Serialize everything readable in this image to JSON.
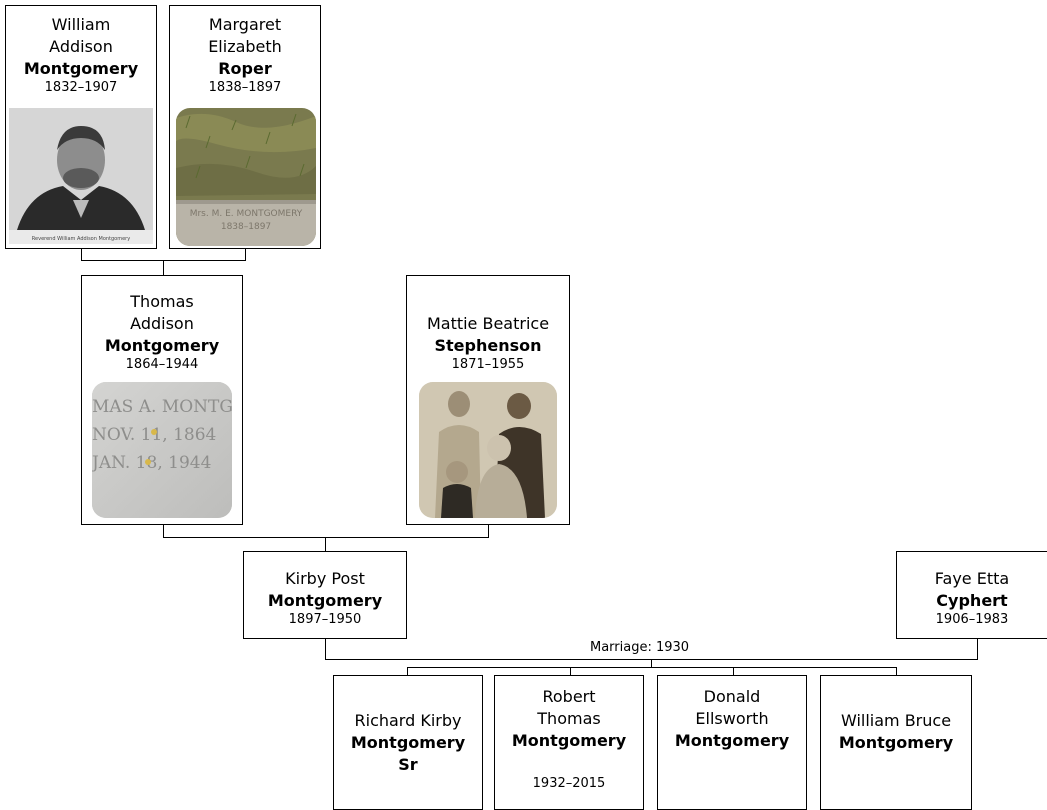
{
  "people": {
    "william": {
      "given": "William Addison",
      "given_l1": "William",
      "given_l2": "Addison",
      "surname": "Montgomery",
      "years": "1832–1907",
      "photo_caption": "Reverend William Addison Montgomery"
    },
    "margaret": {
      "given_l1": "Margaret",
      "given_l2": "Elizabeth",
      "surname": "Roper",
      "years": "1838–1897",
      "photo_text_l1": "Mrs. M. E. MONTGOMERY",
      "photo_text_l2": "1838–1897"
    },
    "thomas": {
      "given_l1": "Thomas",
      "given_l2": "Addison",
      "surname": "Montgomery",
      "years": "1864–1944",
      "photo_text_l1": "MAS A. MONTGO",
      "photo_text_l2": "NOV. 11, 1864",
      "photo_text_l3": "JAN. 18, 1944"
    },
    "mattie": {
      "given": "Mattie Beatrice",
      "surname": "Stephenson",
      "years": "1871–1955"
    },
    "kirby": {
      "given": "Kirby Post",
      "surname": "Montgomery",
      "years": "1897–1950"
    },
    "faye": {
      "given": "Faye Etta",
      "surname": "Cyphert",
      "years": "1906–1983"
    },
    "richard": {
      "given": "Richard Kirby",
      "surname_l1": "Montgomery",
      "surname_l2": "Sr"
    },
    "robert": {
      "given_l1": "Robert",
      "given_l2": "Thomas",
      "surname": "Montgomery",
      "years": "1932–2015"
    },
    "donald": {
      "given_l1": "Donald",
      "given_l2": "Ellsworth",
      "surname": "Montgomery"
    },
    "william_bruce": {
      "given": "William Bruce",
      "surname": "Montgomery"
    }
  },
  "marriage_label": "Marriage: 1930"
}
